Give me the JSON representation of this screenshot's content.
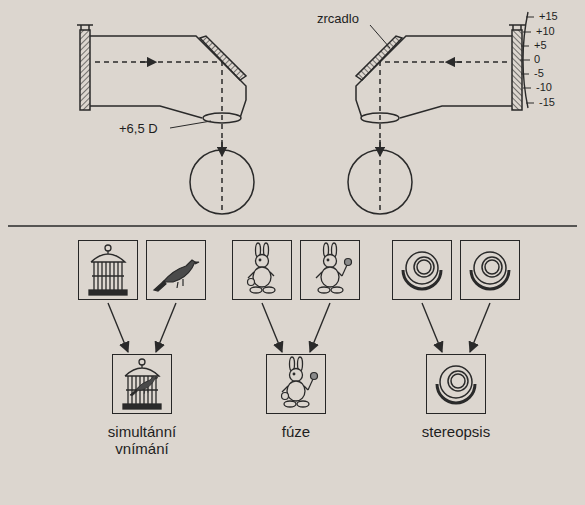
{
  "diagram": {
    "nodes": [
      {
        "text": []
      },
      {
        "text": []
      },
      {
        "text": []
      },
      {
        "text": []
      },
      {
        "text": []
      },
      {
        "text": []
      },
      {
        "text": [
          "simultánní vnímání"
        ]
      },
      {
        "text": [
          "fúze"
        ]
      },
      {
        "text": [
          "stereopsis"
        ]
      }
    ],
    "edges": [
      {
        "from": 0,
        "to": 6,
        "arrow": "to"
      },
      {
        "from": 1,
        "to": 6,
        "arrow": "to"
      },
      {
        "from": 2,
        "to": 7,
        "arrow": "to"
      },
      {
        "from": 3,
        "to": 7,
        "arrow": "to"
      },
      {
        "from": 4,
        "to": 8,
        "arrow": "to"
      },
      {
        "from": 5,
        "to": 8,
        "arrow": "to"
      }
    ],
    "labels": [
      "zrcadlo",
      "+6,5 D",
      "+15",
      "+10",
      "+5",
      "0",
      "-5",
      "-10",
      "-15"
    ]
  }
}
